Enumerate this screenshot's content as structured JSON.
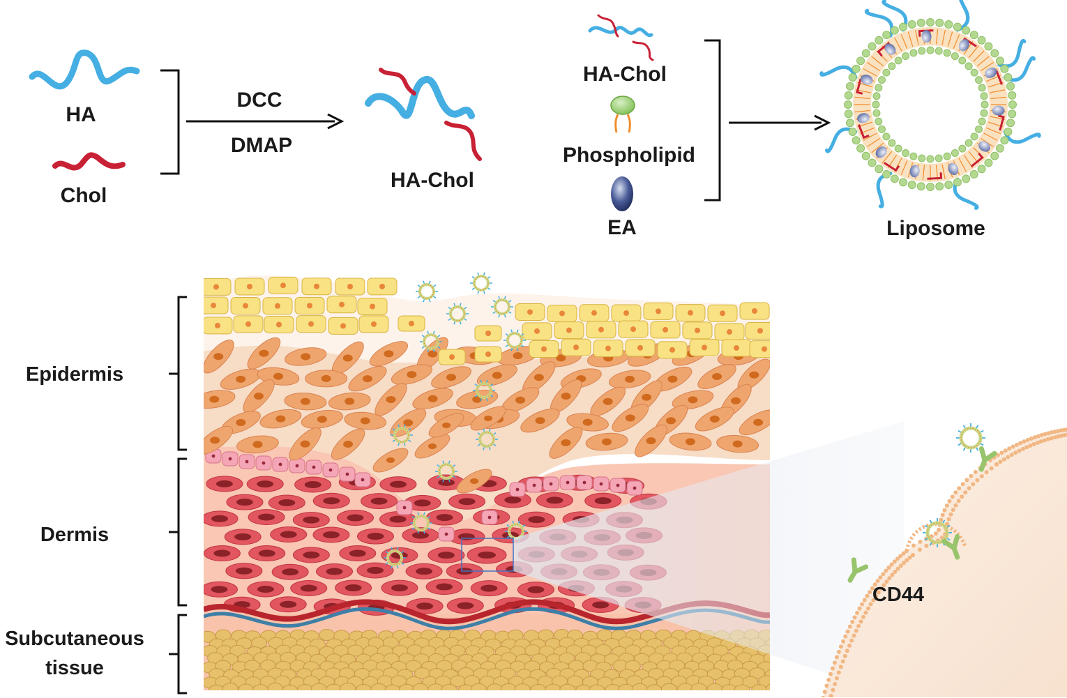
{
  "synthesis": {
    "ha_label": "HA",
    "chol_label": "Chol",
    "reagent_top": "DCC",
    "reagent_bottom": "DMAP",
    "product_label": "HA-Chol"
  },
  "formulation": {
    "component_1": "HA-Chol",
    "component_2": "Phospholipid",
    "component_3": "EA",
    "product_label": "Liposome"
  },
  "skin": {
    "layer_1": "Epidermis",
    "layer_2": "Dermis",
    "layer_3_line1": "Subcutaneous",
    "layer_3_line2": "tissue"
  },
  "receptor_label": "CD44",
  "colors": {
    "ha_blue": "#45aee2",
    "chol_red": "#c82035",
    "keratinocyte_yellow": "#f9e283",
    "spinous_orange": "#efa56e",
    "dermis_red": "#e25660",
    "adipose_gold": "#e6c06a",
    "bilayer_green": "#b3d890",
    "cd44_green": "#98c46c",
    "ea_navy": "#3a4c8a"
  }
}
